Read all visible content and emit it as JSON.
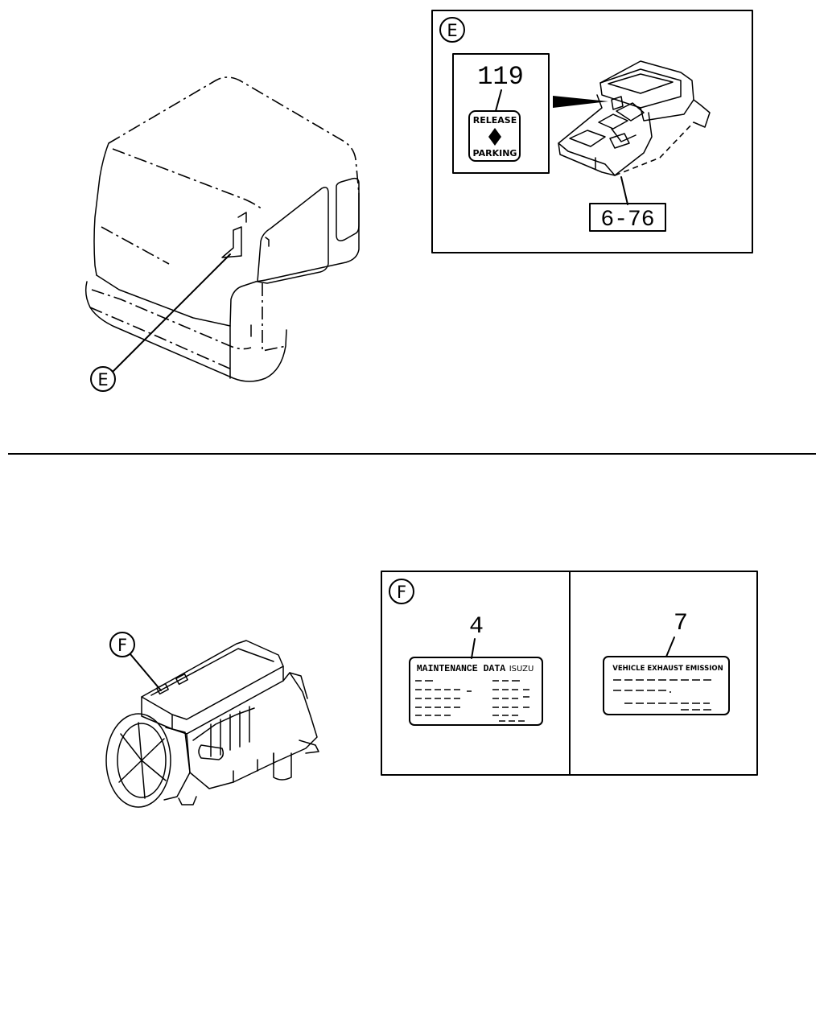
{
  "callouts": {
    "cab_detail_letter": "E",
    "engine_detail_letter": "F"
  },
  "detail_e": {
    "letter": "E",
    "part_ref": "119",
    "label_top": "RELEASE",
    "label_bottom": "PARKING",
    "ref_box": "6-76"
  },
  "detail_f": {
    "letter": "F",
    "left_label": {
      "part_ref": "4",
      "title": "MAINTENANCE DATA",
      "brand": "ISUZU"
    },
    "right_label": {
      "part_ref": "7",
      "title": "VEHICLE EXHAUST EMISSION"
    }
  }
}
